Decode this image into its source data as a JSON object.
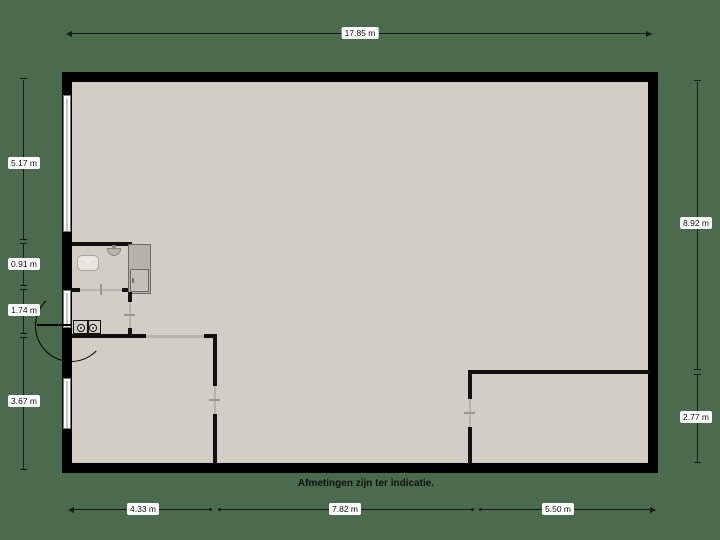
{
  "plan": {
    "note": "Afmetingen zijn ter indicatie.",
    "background_color": "#4a6b4d",
    "floor_color": "#d2cec5",
    "wall_color": "#000000",
    "unit": "m"
  },
  "dimensions": {
    "top": [
      {
        "label": "17.85 m",
        "value": 17.85
      }
    ],
    "left": [
      {
        "label": "5.17 m",
        "value": 5.17
      },
      {
        "label": "0.91 m",
        "value": 0.91
      },
      {
        "label": "1.74 m",
        "value": 1.74
      },
      {
        "label": "3.67 m",
        "value": 3.67
      }
    ],
    "right": [
      {
        "label": "8.92 m",
        "value": 8.92
      },
      {
        "label": "2.77 m",
        "value": 2.77
      }
    ],
    "bottom": [
      {
        "label": "4.33 m",
        "value": 4.33
      },
      {
        "label": "7.82 m",
        "value": 7.82
      },
      {
        "label": "5.50 m",
        "value": 5.5
      }
    ]
  },
  "rooms": [
    {
      "name": "main-hall"
    },
    {
      "name": "bathroom"
    },
    {
      "name": "hallway"
    },
    {
      "name": "lower-left-room"
    },
    {
      "name": "lower-right-room"
    }
  ],
  "fixtures": [
    {
      "name": "bathtub"
    },
    {
      "name": "sink"
    },
    {
      "name": "tall-cabinet"
    },
    {
      "name": "stove"
    }
  ],
  "openings": [
    {
      "name": "entry-door"
    },
    {
      "name": "window-left-upper"
    },
    {
      "name": "window-left-lower"
    },
    {
      "name": "doorway-bathroom"
    },
    {
      "name": "doorway-hallway"
    },
    {
      "name": "doorway-lower-left"
    },
    {
      "name": "doorway-lower-right"
    },
    {
      "name": "doorway-corridor"
    }
  ]
}
